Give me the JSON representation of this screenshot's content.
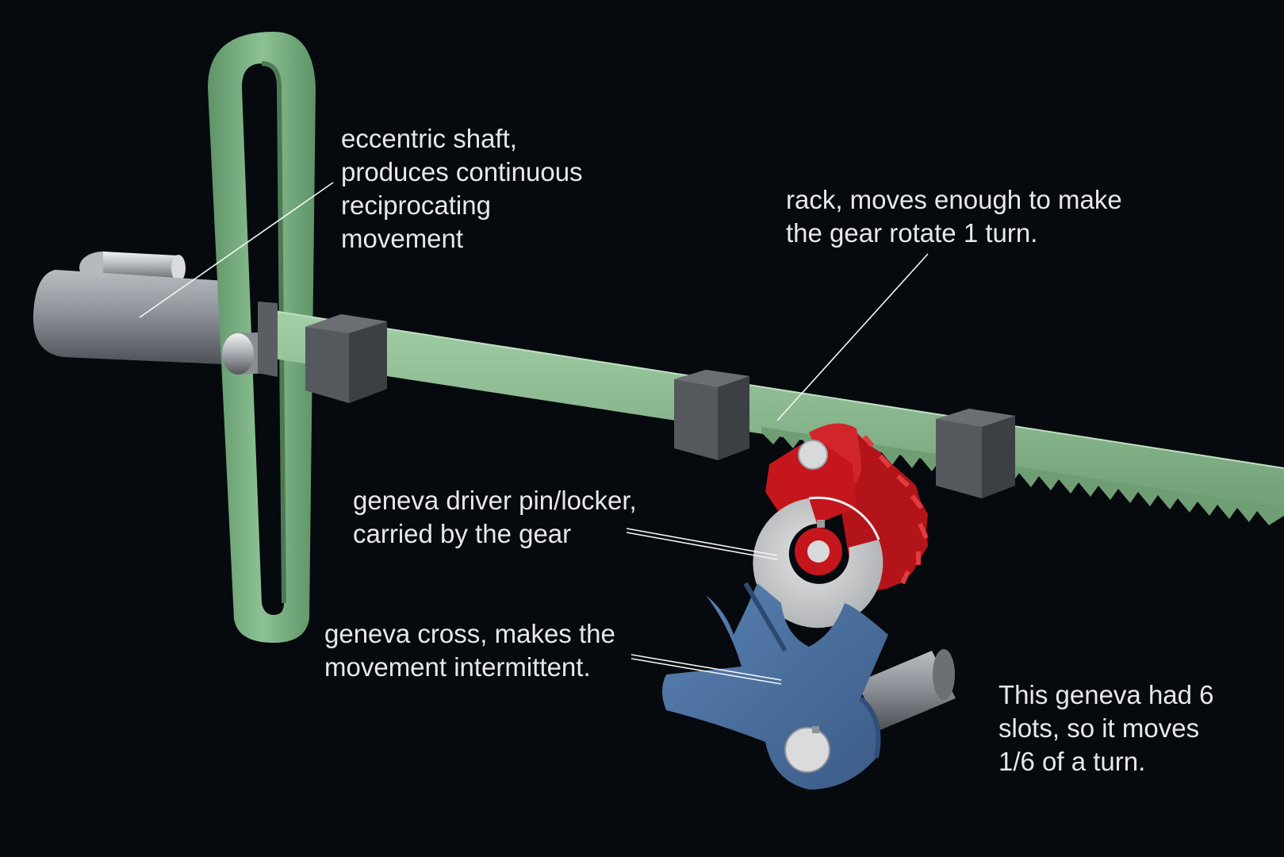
{
  "labels": {
    "eccentric": {
      "line1": "eccentric shaft,",
      "line2": "produces continuous",
      "line3": "reciprocating",
      "line4": "movement"
    },
    "rack": {
      "line1": "rack, moves enough to make",
      "line2": "the gear rotate 1 turn."
    },
    "driver": {
      "line1": "geneva driver pin/locker,",
      "line2": "carried by the gear"
    },
    "cross": {
      "line1": "geneva cross, makes the",
      "line2": "movement intermittent."
    },
    "note": {
      "line1": "This geneva had 6",
      "line2": "slots, so it moves",
      "line3": "1/6 of a turn."
    }
  },
  "colors": {
    "background": "#06090d",
    "rack_green": "#8fbf94",
    "yoke_green": "#7fb486",
    "guide_gray": "#4a4d52",
    "shaft_gray": "#8e9399",
    "gear_red": "#c4161c",
    "cross_blue": "#4a6f9e",
    "disc_gray": "#c9cbcd",
    "text": "#e6e8ea"
  },
  "icons": [
    "eccentric-shaft",
    "yoke",
    "rack",
    "guide-block",
    "spur-gear",
    "geneva-driver-disc",
    "geneva-cross",
    "output-shaft"
  ]
}
